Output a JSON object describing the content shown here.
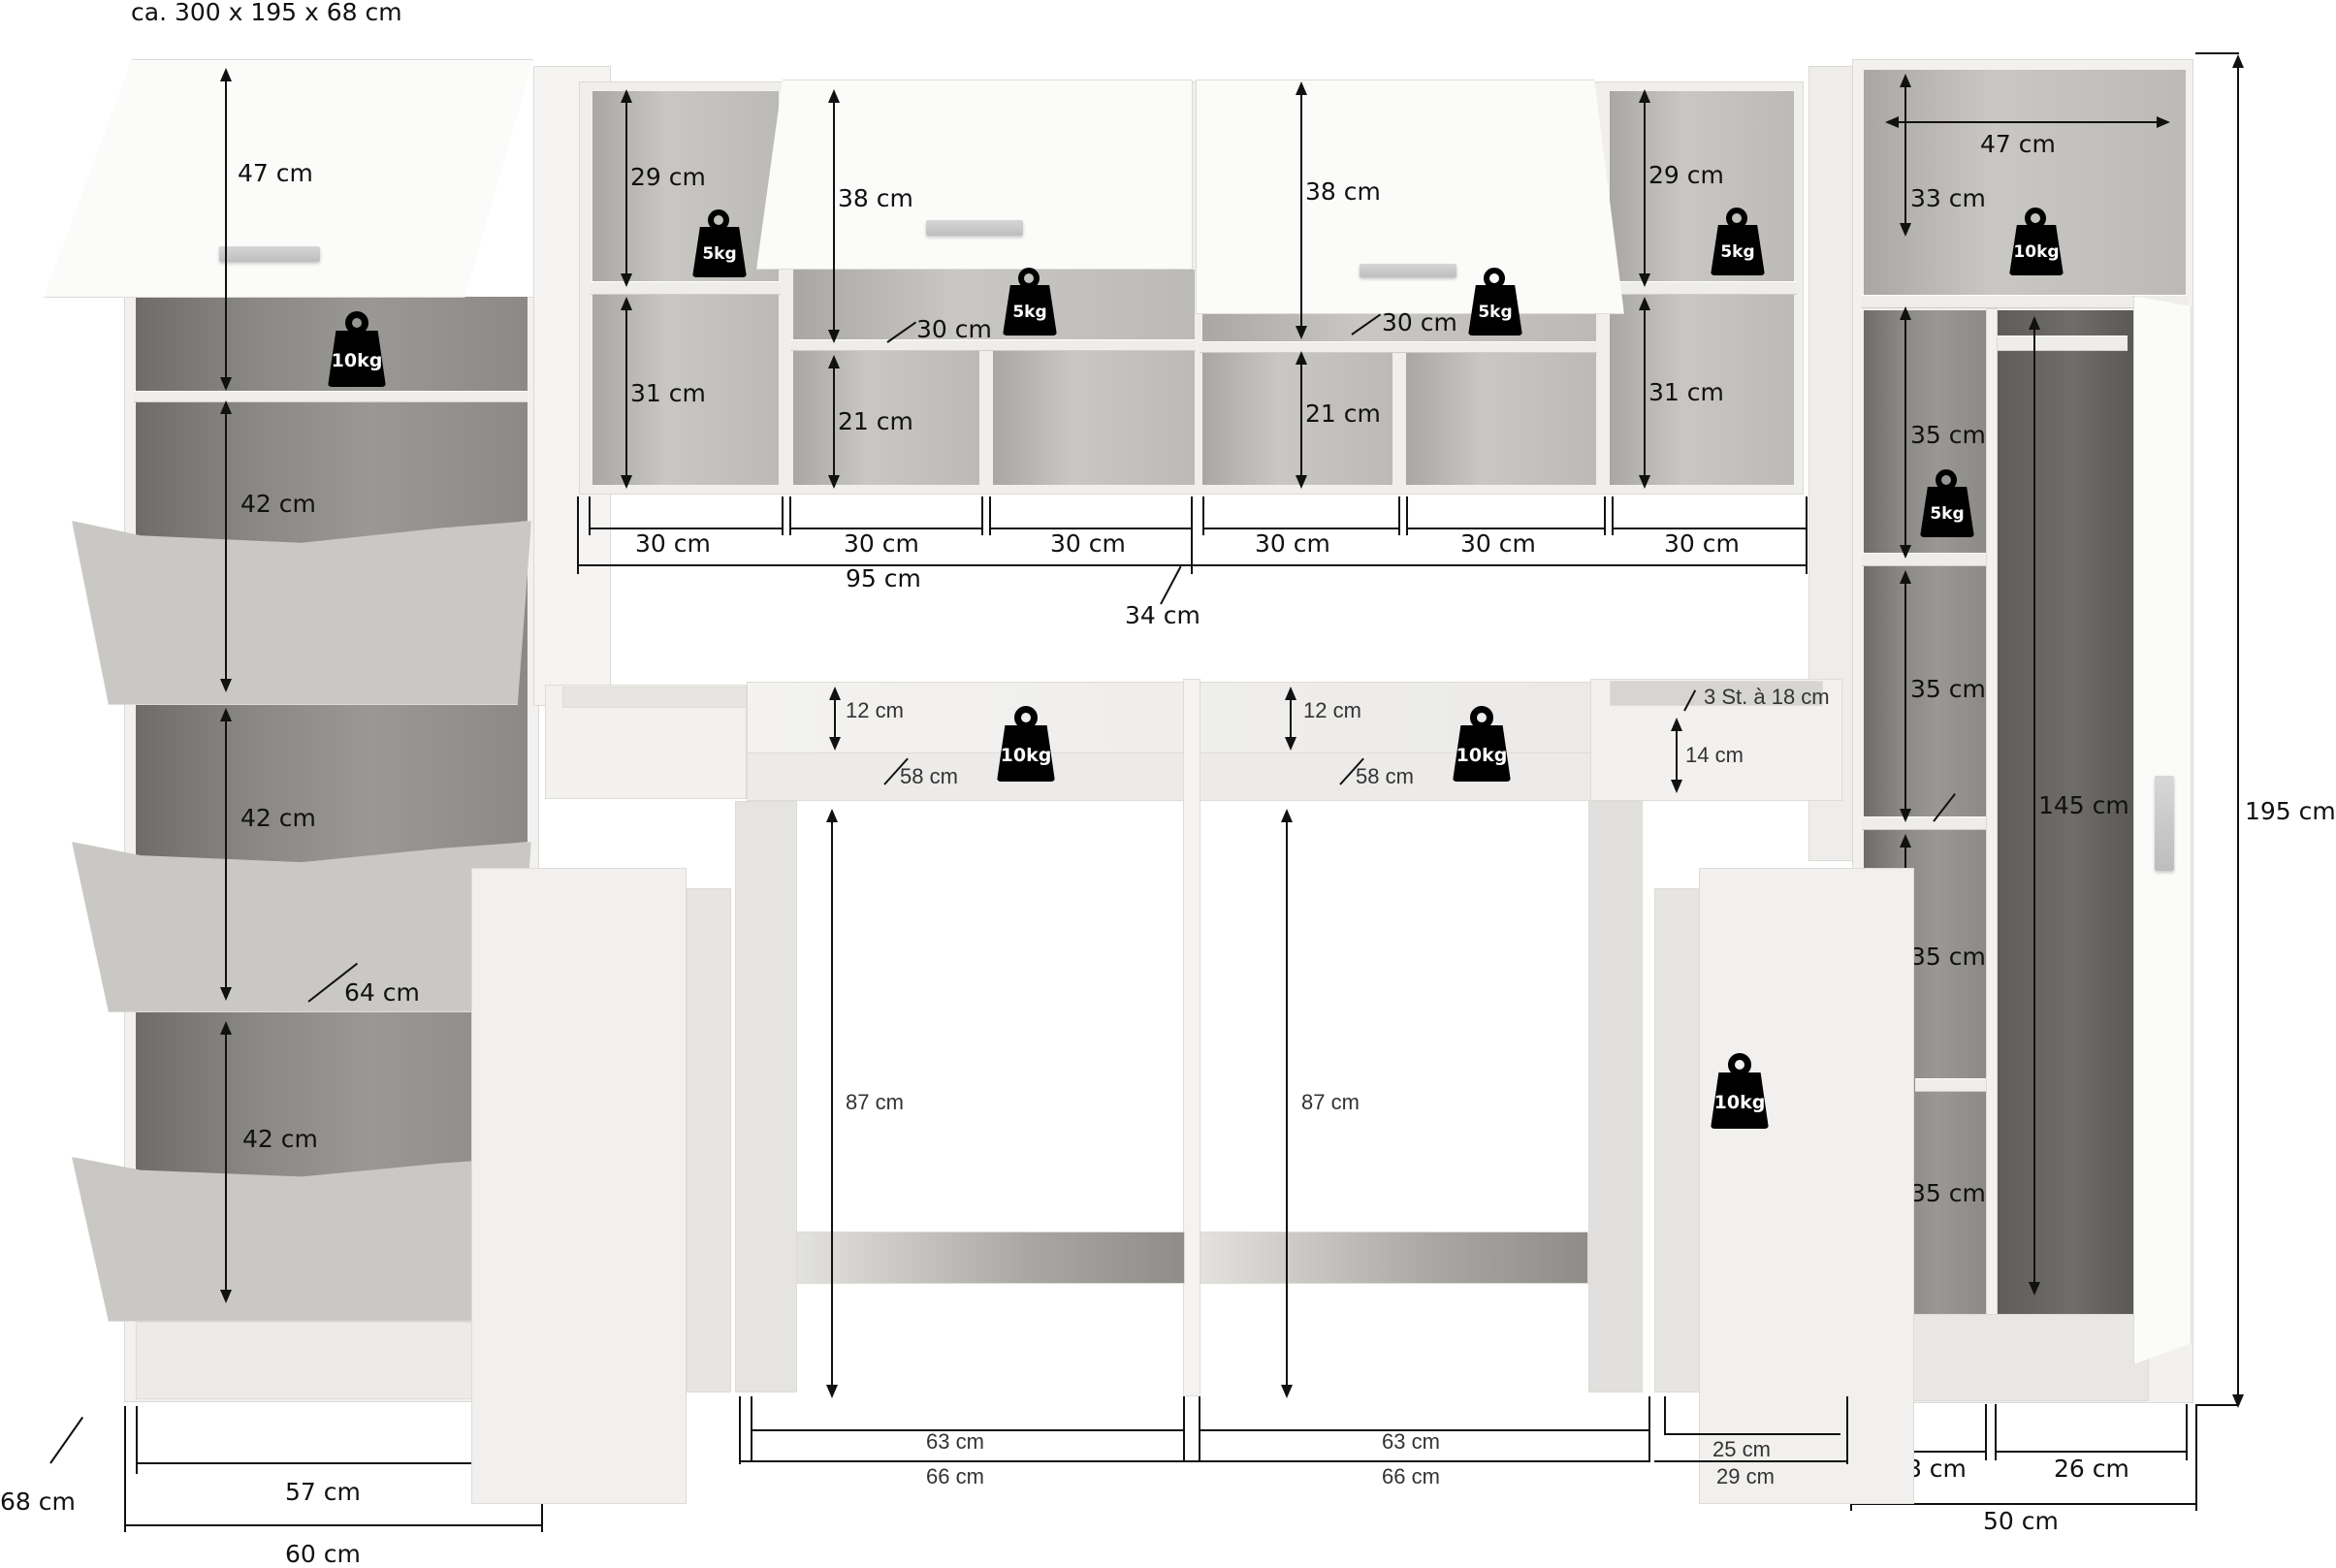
{
  "title": "ca. 300 x 195 x 68 cm",
  "left_cabinet": {
    "flap_height": "47 cm",
    "compartment_heights": [
      "42 cm",
      "42 cm",
      "42 cm"
    ],
    "depth": "64 cm",
    "inner_width": "57 cm",
    "outer_width": "60 cm",
    "overall_depth": "68 cm",
    "load": "10kg"
  },
  "upper_shelf_left": {
    "top_left_height": "29 cm",
    "bottom_left_height": "31 cm",
    "flap_height": "38 cm",
    "depth": "30 cm",
    "lower_height": "21 cm",
    "loads": [
      "5kg",
      "5kg"
    ]
  },
  "upper_shelf_right": {
    "flap_height": "38 cm",
    "depth": "30 cm",
    "lower_height": "21 cm",
    "top_right_height": "29 cm",
    "bottom_right_height": "31 cm",
    "loads": [
      "5kg",
      "5kg"
    ]
  },
  "upper_widths": {
    "segments": [
      "30 cm",
      "30 cm",
      "30 cm",
      "30 cm",
      "30 cm",
      "30 cm"
    ],
    "half_width": "95 cm",
    "depth": "34 cm"
  },
  "desk": {
    "back_height_left": "12 cm",
    "back_height_right": "12 cm",
    "depth_left": "58 cm",
    "depth_right": "58 cm",
    "loads": [
      "10kg",
      "10kg"
    ],
    "tray_label": "3 St. à 18 cm",
    "tray_height": "14 cm",
    "leg_height_left": "87 cm",
    "leg_height_right": "87 cm",
    "inner_widths": [
      "63 cm",
      "63 cm"
    ],
    "outer_widths": [
      "66 cm",
      "66 cm"
    ]
  },
  "drawer_unit_right": {
    "load": "10kg",
    "inner_width": "25 cm",
    "outer_width": "29 cm"
  },
  "wardrobe": {
    "top_width": "47 cm",
    "top_height": "33 cm",
    "top_load": "10kg",
    "shelf_heights": [
      "35 cm",
      "35 cm",
      "35 cm",
      "35 cm"
    ],
    "shelf_load": "5kg",
    "hanging_height": "145 cm",
    "left_width": "18 cm",
    "right_width": "26 cm",
    "total_width": "50 cm",
    "total_height": "195 cm"
  }
}
